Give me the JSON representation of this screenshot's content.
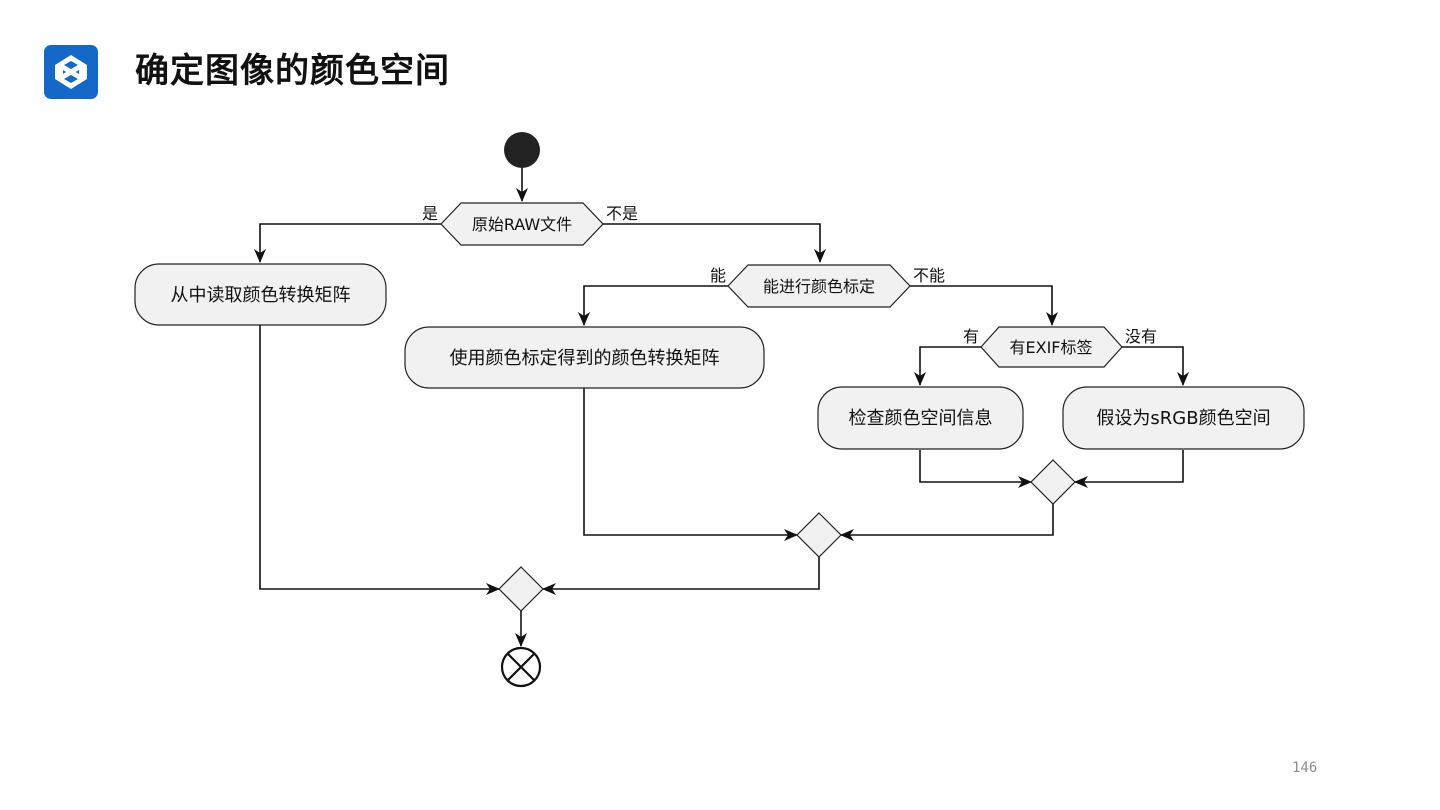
{
  "header": {
    "title": "确定图像的颜色空间",
    "logo_icon": "s-logo-icon",
    "logo_color": "#1468c8"
  },
  "diagram": {
    "decisions": {
      "raw": {
        "label": "原始RAW文件",
        "yes": "是",
        "no": "不是"
      },
      "calib": {
        "label": "能进行颜色标定",
        "yes": "能",
        "no": "不能"
      },
      "exif": {
        "label": "有EXIF标签",
        "yes": "有",
        "no": "没有"
      }
    },
    "activities": {
      "read_matrix": "从中读取颜色转换矩阵",
      "use_calib_matrix": "使用颜色标定得到的颜色转换矩阵",
      "check_space": "检查颜色空间信息",
      "assume_srgb": "假设为sRGB颜色空间"
    },
    "colors": {
      "node_fill": "#f1f1f1",
      "stroke": "#111111",
      "start_fill": "#222222"
    }
  },
  "footer": {
    "page_number": "146"
  }
}
